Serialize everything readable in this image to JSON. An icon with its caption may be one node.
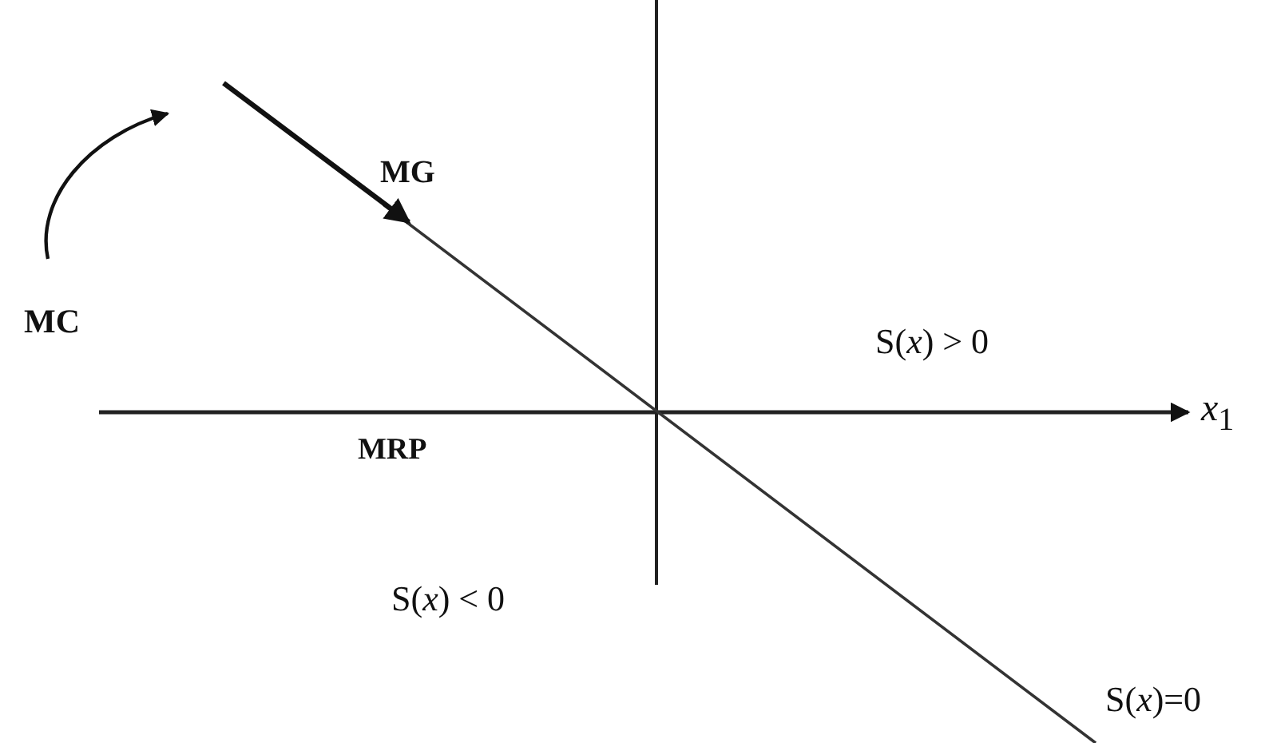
{
  "diagram": {
    "labels": [
      "MG",
      "MC",
      "S(*x*) > 0",
      "*x*$_{1}$",
      "MRP",
      "S(*x*) < 0",
      "S(*x*)=0"
    ]
  }
}
